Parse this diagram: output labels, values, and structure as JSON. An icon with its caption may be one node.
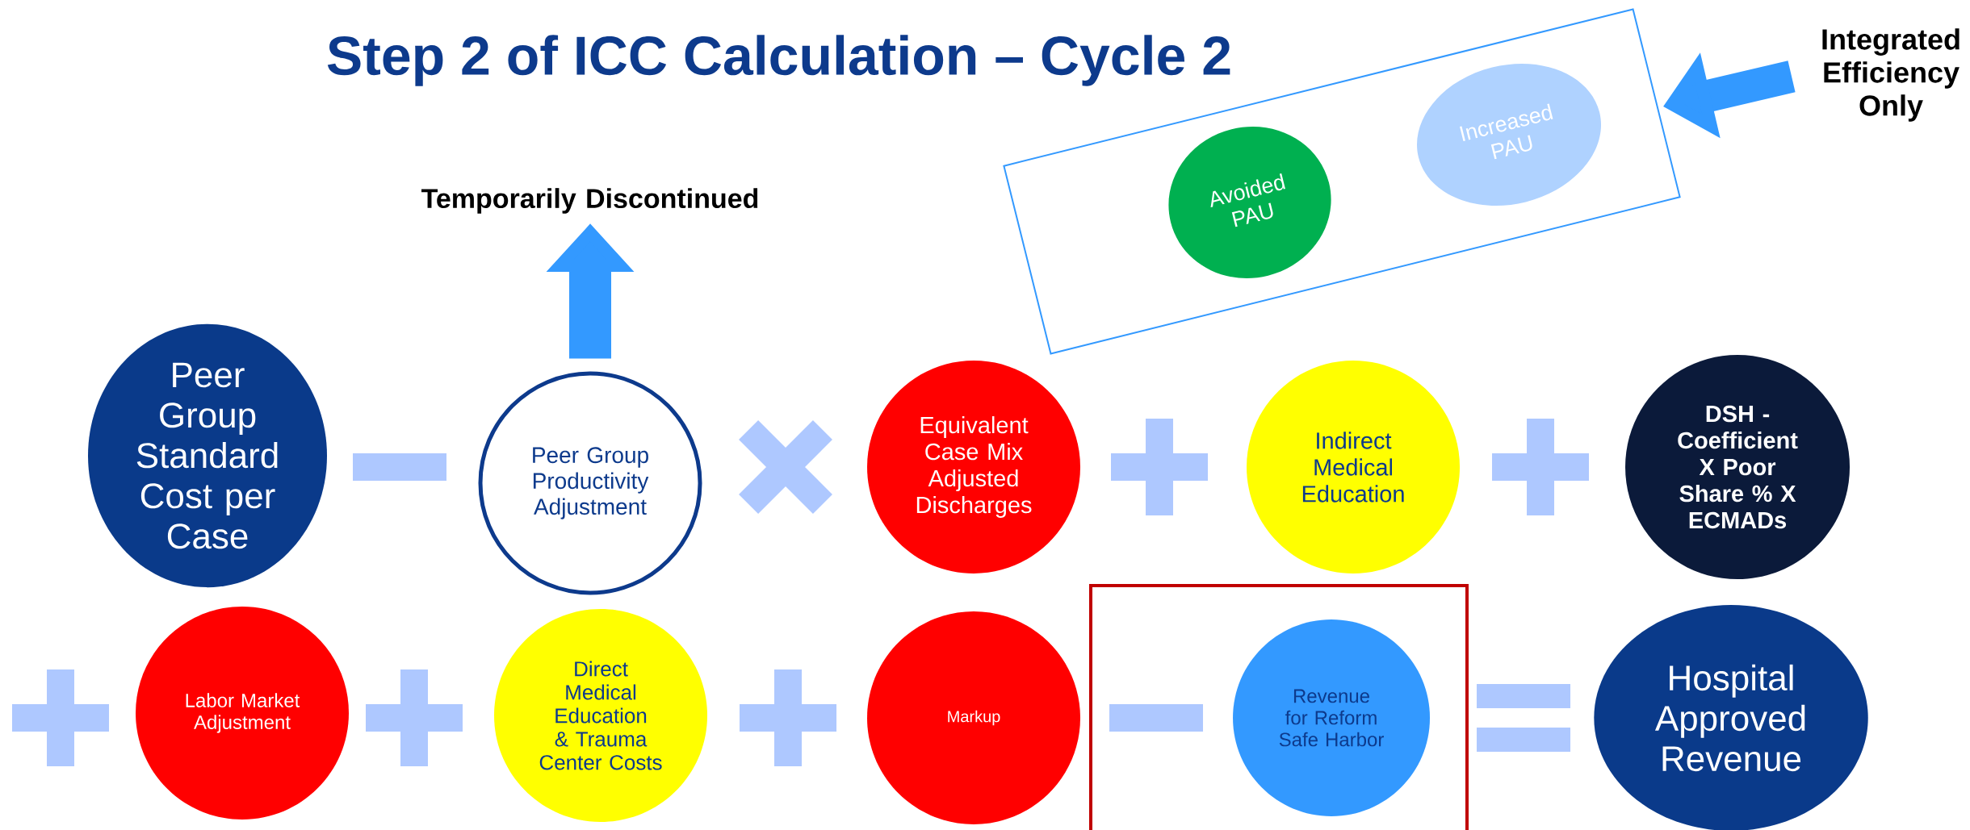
{
  "diagram": {
    "title": "Step 2 of ICC Calculation – Cycle 2",
    "nodes": [
      {
        "text": [
          "Integrated Efficiency Only"
        ]
      },
      {
        "text": [],
        "shape": "box"
      },
      {
        "text": [
          "Increased PAU"
        ],
        "in": 1
      },
      {
        "text": [
          "Avoided PAU"
        ],
        "in": 1
      },
      {
        "text": [
          "Temporarily Discontinued"
        ]
      },
      {
        "text": [
          "Peer Group Standard Cost per Case"
        ]
      },
      {
        "text": [
          "Peer Group Productivity Adjustment"
        ]
      },
      {
        "text": [
          "Equivalent Case Mix Adjusted Discharges"
        ]
      },
      {
        "text": [
          "Indirect Medical Education"
        ]
      },
      {
        "text": [
          "DSH - Coefficient X Poor Share % X ECMADs"
        ]
      },
      {
        "text": [
          "Labor Market Adjustment"
        ]
      },
      {
        "text": [
          "Direct Medical Education & Trauma Center Costs"
        ]
      },
      {
        "text": [
          "Markup"
        ]
      },
      {
        "text": [],
        "shape": "box"
      },
      {
        "text": [
          "Revenue for Reform Safe Harbor"
        ],
        "in": 13
      },
      {
        "text": [
          "Hospital Approved Revenue"
        ]
      }
    ],
    "edges": [
      {
        "from": 0,
        "to": 1,
        "arrow": "to"
      },
      {
        "from": 6,
        "to": 4,
        "arrow": "to"
      }
    ]
  }
}
